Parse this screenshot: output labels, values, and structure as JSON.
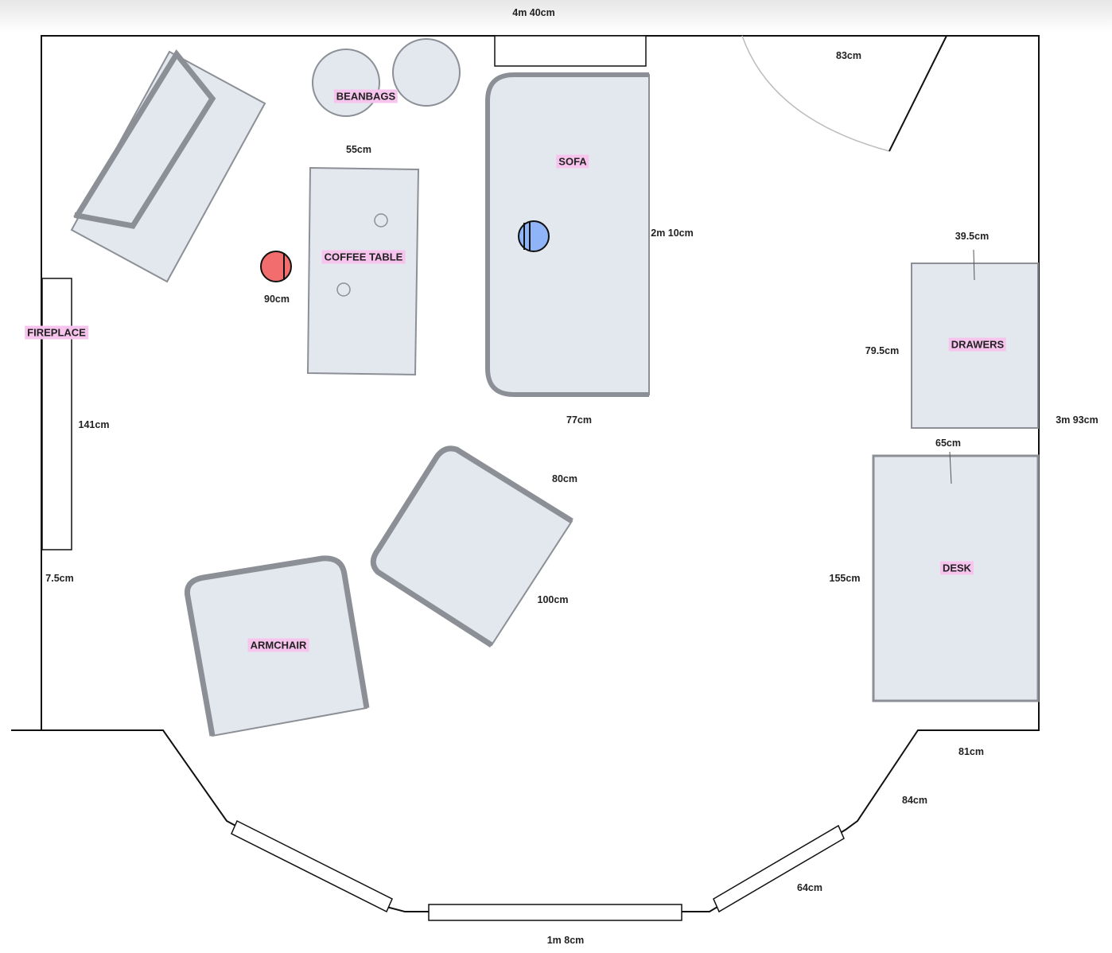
{
  "labels": {
    "beanbags": "BEANBAGS",
    "sofa": "SOFA",
    "coffee_table": "COFFEE TABLE",
    "fireplace": "FIREPLACE",
    "drawers": "DRAWERS",
    "desk": "DESK",
    "armchair": "ARMCHAIR"
  },
  "dimensions": {
    "room_width": "4m 40cm",
    "door": "83cm",
    "coffee_table_width": "55cm",
    "sofa_length": "2m 10cm",
    "chair_gap": "90cm",
    "drawers_width": "39.5cm",
    "drawers_depth": "79.5cm",
    "room_depth": "3m 93cm",
    "sofa_width": "77cm",
    "desk_width": "65cm",
    "fireplace_length": "141cm",
    "armchair_width": "80cm",
    "armchair_depth": "100cm",
    "fireplace_depth": "7.5cm",
    "desk_length": "155cm",
    "bay_side_right": "81cm",
    "bay_angled_right": "84cm",
    "bay_window_right": "64cm",
    "bay_window_center": "1m 8cm"
  },
  "colors": {
    "label_bg": "#f7c4ee",
    "furniture_fill": "#e3e7ee",
    "furniture_stroke": "#8c9096",
    "marker_red": "#f26d6d",
    "marker_blue": "#8fb4f7"
  }
}
